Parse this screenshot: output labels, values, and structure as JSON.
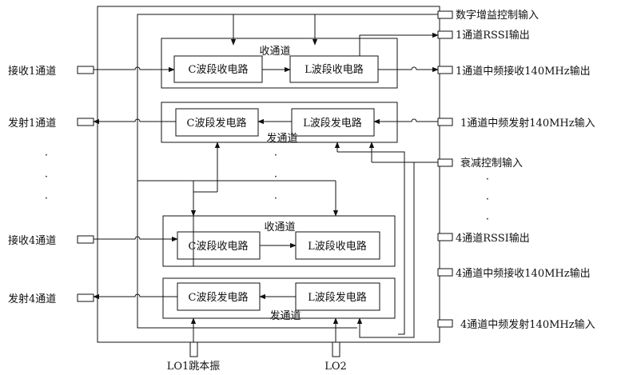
{
  "left_ports": {
    "rx1": "接收1通道",
    "tx1": "发射1通道",
    "rx4": "接收4通道",
    "tx4": "发射4通道"
  },
  "right_ports": {
    "gain_ctrl": "数字增益控制输入",
    "rssi1": "1通道RSSI输出",
    "if_rx1": "1通道中频接收140MHz输出",
    "if_tx1": "1通道中频发射140MHz输入",
    "atten_ctrl": "衰减控制输入",
    "rssi4": "4通道RSSI输出",
    "if_rx4": "4通道中频接收140MHz输出",
    "if_tx4": "4通道中频发射140MHz输入"
  },
  "bottom_ports": {
    "lo1": "LO1跳本振",
    "lo2": "LO2"
  },
  "channel1": {
    "rx_label": "收通道",
    "tx_label": "发通道",
    "rx_c": "C波段收电路",
    "rx_l": "L波段收电路",
    "tx_c": "C波段发电路",
    "tx_l": "L波段发电路"
  },
  "channel4": {
    "rx_label": "收通道",
    "tx_label": "发通道",
    "rx_c": "C波段收电路",
    "rx_l": "L波段收电路",
    "tx_c": "C波段发电路",
    "tx_l": "L波段发电路"
  },
  "ellipsis": "·"
}
